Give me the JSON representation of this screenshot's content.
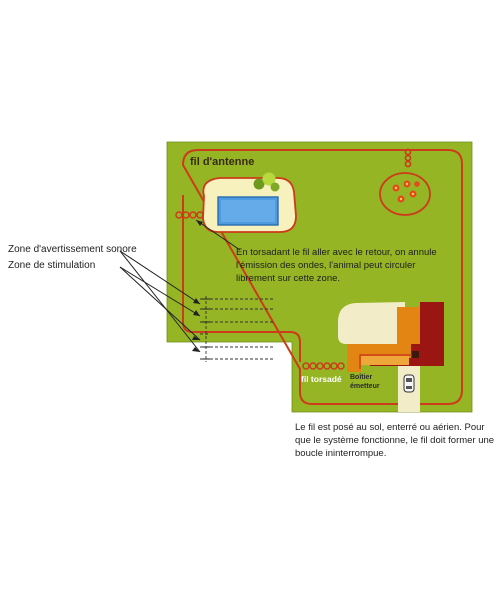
{
  "labels": {
    "fil_antenne": "fil d'antenne",
    "zone_sonore": "Zone d'avertissement sonore",
    "zone_stimulation": "Zone de stimulation",
    "torsade_note": "En torsadant le fil aller avec le retour, on annule l'émission des ondes, l'animal peut circuler librement sur cette zone.",
    "fil_torsade": "fil torsadé",
    "boitier": "Boîtier émetteur",
    "pose_note": "Le fil est posé au sol, enterré ou aérien. Pour que le système fonctionne, le fil doit former une boucle ininterrompue."
  },
  "colors": {
    "lawn": "#95b524",
    "wire": "#cc3b1a",
    "pool_sand": "#f7f1bd",
    "pool_water": "#4f9be0",
    "house_cream": "#f3ecc8",
    "house_orange": "#e38512",
    "house_amber": "#f0a73a",
    "house_darkred": "#9b1512",
    "flower": "#e34a1e"
  },
  "icons": [
    "car-icon",
    "tree-icon",
    "flower-icon"
  ]
}
